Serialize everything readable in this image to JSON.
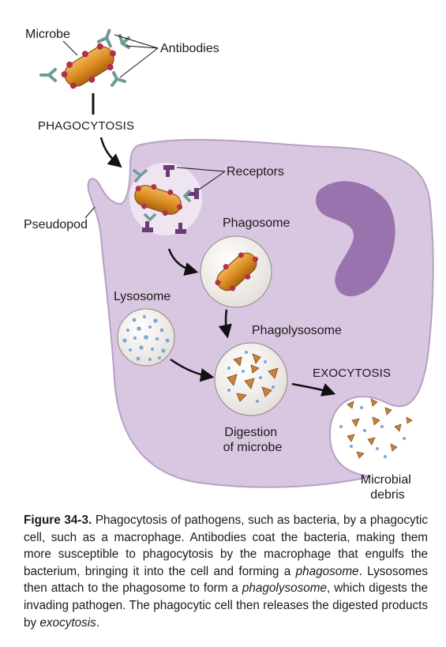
{
  "labels": {
    "microbe": "Microbe",
    "antibodies": "Antibodies",
    "phagocytosis": "PHAGOCYTOSIS",
    "receptors": "Receptors",
    "pseudopod": "Pseudopod",
    "phagosome": "Phagosome",
    "lysosome": "Lysosome",
    "phagolysosome": "Phagolysosome",
    "exocytosis": "EXOCYTOSIS",
    "digestion_line1": "Digestion",
    "digestion_line2": "of microbe",
    "debris_line1": "Microbial",
    "debris_line2": "debris"
  },
  "caption": {
    "figure_label": "Figure 34-3.",
    "text_1": " Phagocytosis of pathogens, such as bacteria, by a phagocytic cell, such as a macrophage. Antibodies coat the bacteria, making them more susceptible to phagocytosis by the macrophage that engulfs the bacterium, bringing it into the cell and forming a ",
    "term_phagosome": "phagosome",
    "text_2": ". Lysosomes then attach to the phagosome to form a ",
    "term_phagolysosome": "phagolysosome",
    "text_3": ", which digests the invading pathogen. The phagocytic cell then releases the digested products by ",
    "term_exocytosis": "exocytosis",
    "text_4": "."
  },
  "colors": {
    "cell_fill": "#d9c6e0",
    "cell_stroke": "#b7a0c4",
    "nucleus": "#9a72ad",
    "bacterium": "#d9891f",
    "bacterium_dot": "#b5304a",
    "antibody": "#6f9a95",
    "receptor": "#6b3a78",
    "vesicle_fill": "#f3f0ec",
    "enzyme_dot": "#7aa6d8",
    "debris": "#c9823a"
  }
}
